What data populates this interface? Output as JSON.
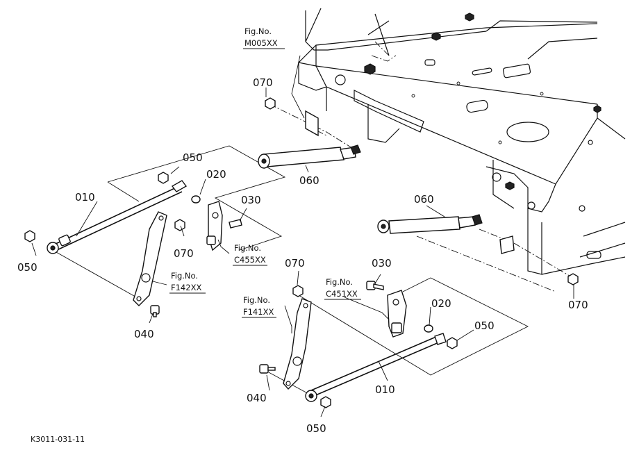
{
  "figrefs": [
    {
      "title": "Fig.No.",
      "code": "M005XX"
    },
    {
      "title": "Fig.No.",
      "code": "C455XX"
    },
    {
      "title": "Fig.No.",
      "code": "F142XX"
    },
    {
      "title": "Fig.No.",
      "code": "C451XX"
    },
    {
      "title": "Fig.No.",
      "code": "F141XX"
    }
  ],
  "parts": [
    "070",
    "050",
    "020",
    "010",
    "030",
    "070",
    "050",
    "040",
    "060",
    "060",
    "070",
    "030",
    "020",
    "050",
    "010",
    "040",
    "050",
    "070"
  ],
  "footer": {
    "code": "K3011-031-11"
  }
}
